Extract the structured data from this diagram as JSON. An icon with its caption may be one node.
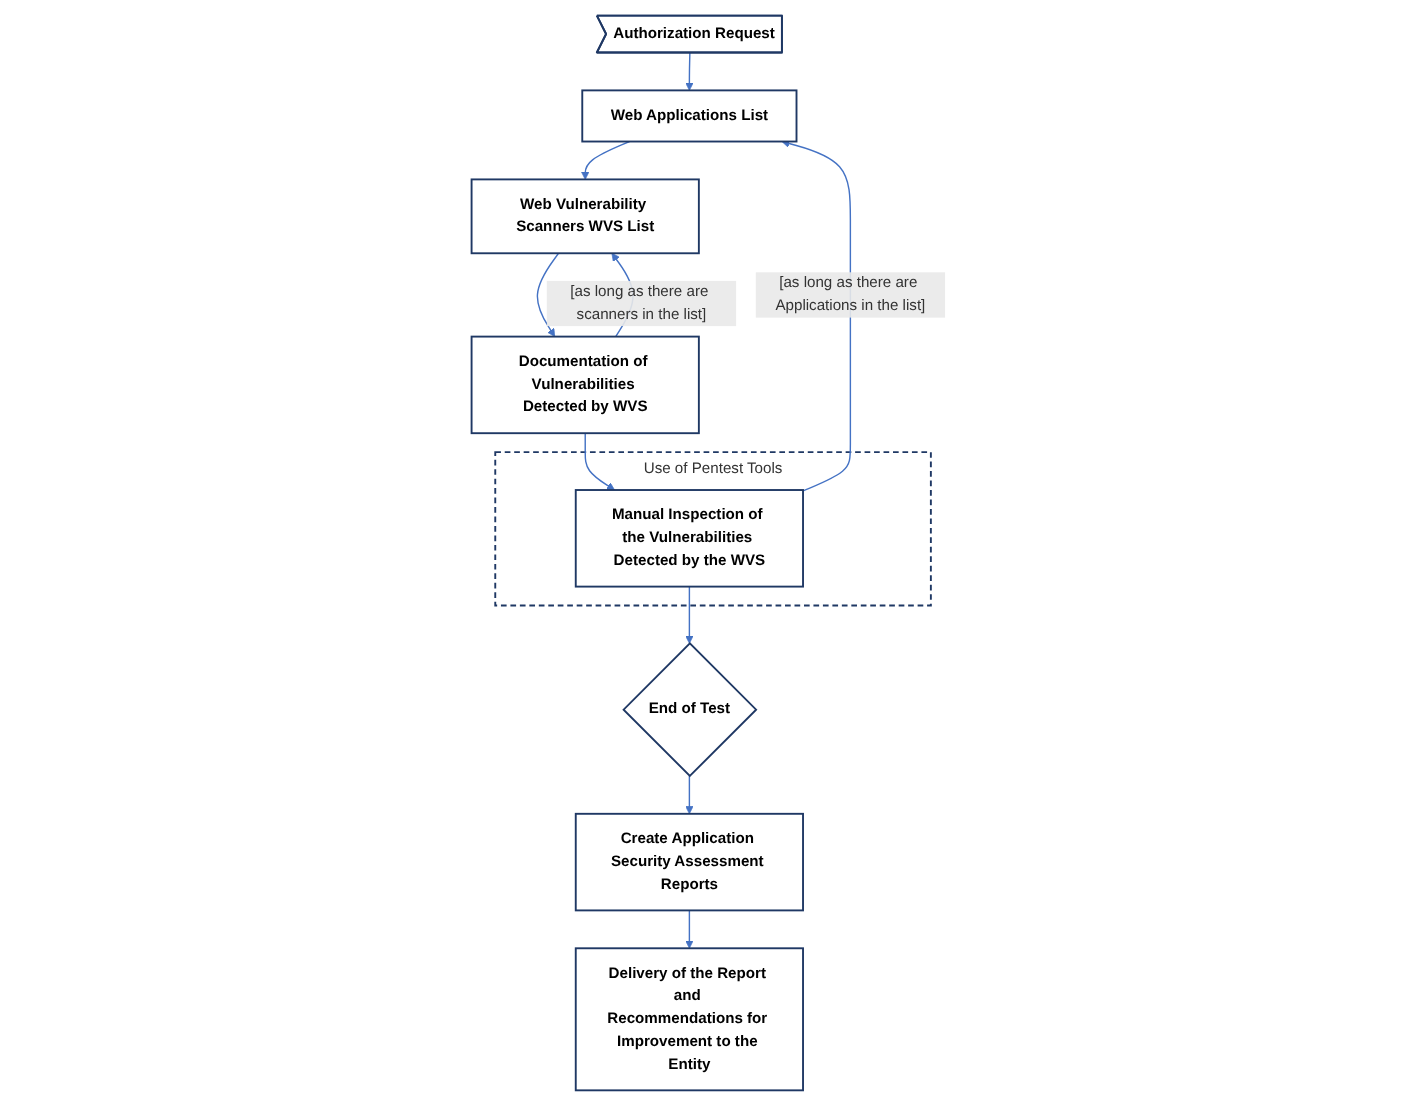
{
  "diagram": {
    "nodes": [
      {
        "text": [
          "Authorization Request"
        ]
      },
      {
        "text": [
          "Web Applications List"
        ]
      },
      {
        "text": [
          "Web Vulnerability Scanners WVS List"
        ]
      },
      {
        "text": [
          "Documentation of Vulnerabilities Detected by WVS"
        ]
      },
      {
        "text": [
          "Use of Pentest Tools"
        ]
      },
      {
        "text": [
          "Manual Inspection of the Vulnerabilities Detected by the WVS"
        ],
        "in": 4
      },
      {
        "text": [
          "End of Test"
        ]
      },
      {
        "text": [
          "Create Application Security Assessment Reports"
        ]
      },
      {
        "text": [
          "Delivery of the Report and Recommendations for Improvement to the Entity"
        ]
      }
    ],
    "edges": [
      {
        "from": 0,
        "to": 1,
        "arrow": "to"
      },
      {
        "from": 1,
        "to": 2,
        "arrow": "to"
      },
      {
        "from": 2,
        "to": 3,
        "arrow": "to"
      },
      {
        "from": 3,
        "to": 2,
        "arrow": "to",
        "label": "[as long as there are scanners in the list]"
      },
      {
        "from": 3,
        "to": 5,
        "arrow": "to"
      },
      {
        "from": 5,
        "to": 1,
        "arrow": "to",
        "label": "[as long as there are Applications in the list]"
      },
      {
        "from": 5,
        "to": 6,
        "arrow": "to"
      },
      {
        "from": 6,
        "to": 7,
        "arrow": "to"
      },
      {
        "from": 7,
        "to": 8,
        "arrow": "to"
      }
    ]
  }
}
